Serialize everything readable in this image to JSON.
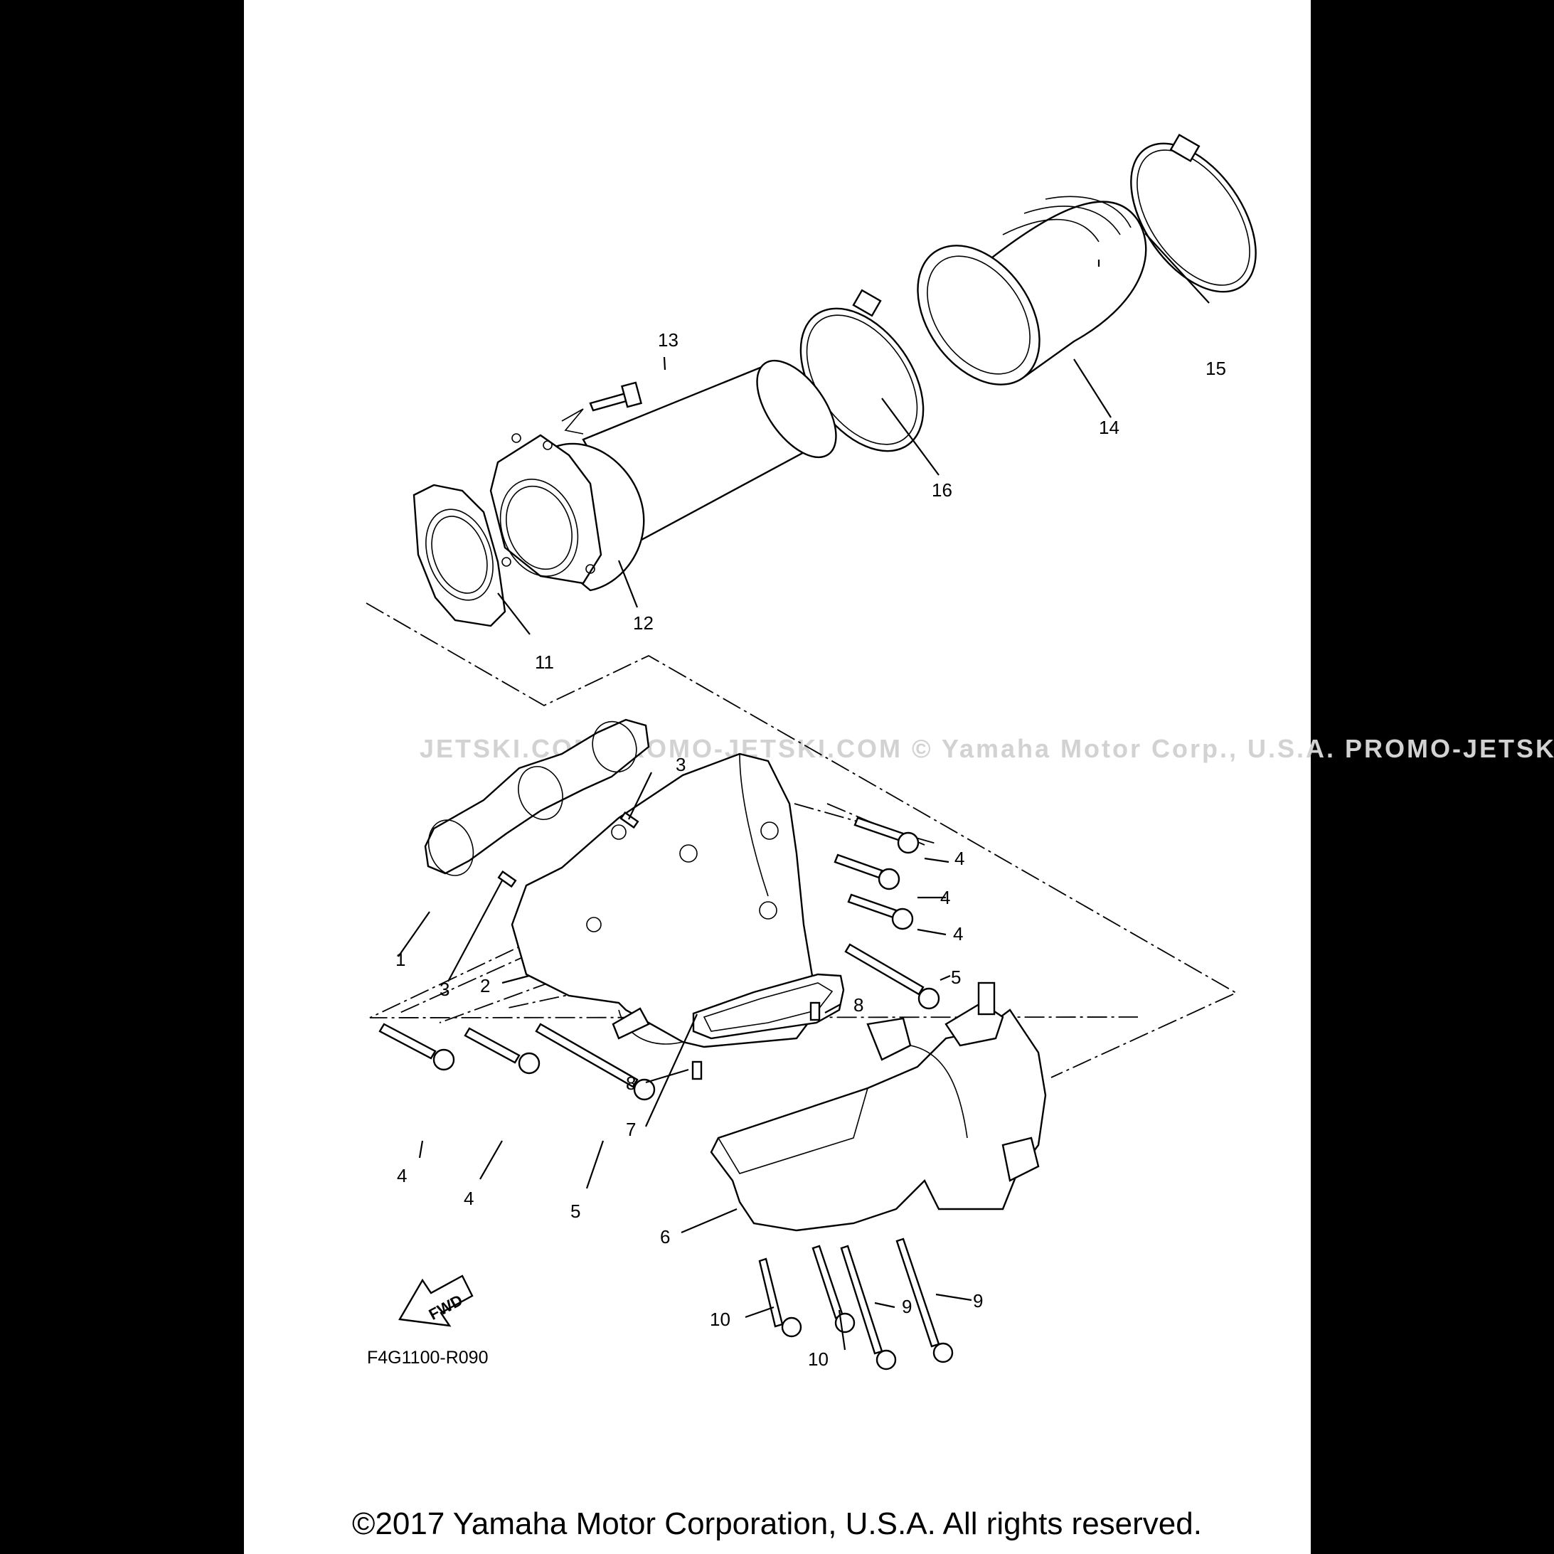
{
  "watermark": "JETSKI.COM   PROMO-JETSKI.COM © Yamaha Motor Corp., U.S.A.   PROMO-JETSKI.COM",
  "diagram_code": "F4G1100-R090",
  "fwd_label": "FWD",
  "copyright": "©2017 Yamaha Motor Corporation, U.S.A. All rights reserved.",
  "callouts": {
    "c1": "1",
    "c2": "2",
    "c3a": "3",
    "c3b": "3",
    "c4a": "4",
    "c4b": "4",
    "c4c": "4",
    "c4d": "4",
    "c4e": "4",
    "c5a": "5",
    "c5b": "5",
    "c6": "6",
    "c7": "7",
    "c8a": "8",
    "c8b": "8",
    "c9a": "9",
    "c9b": "9",
    "c10a": "10",
    "c10b": "10",
    "c11": "11",
    "c12": "12",
    "c13": "13",
    "c14": "14",
    "c15": "15",
    "c16": "16"
  }
}
